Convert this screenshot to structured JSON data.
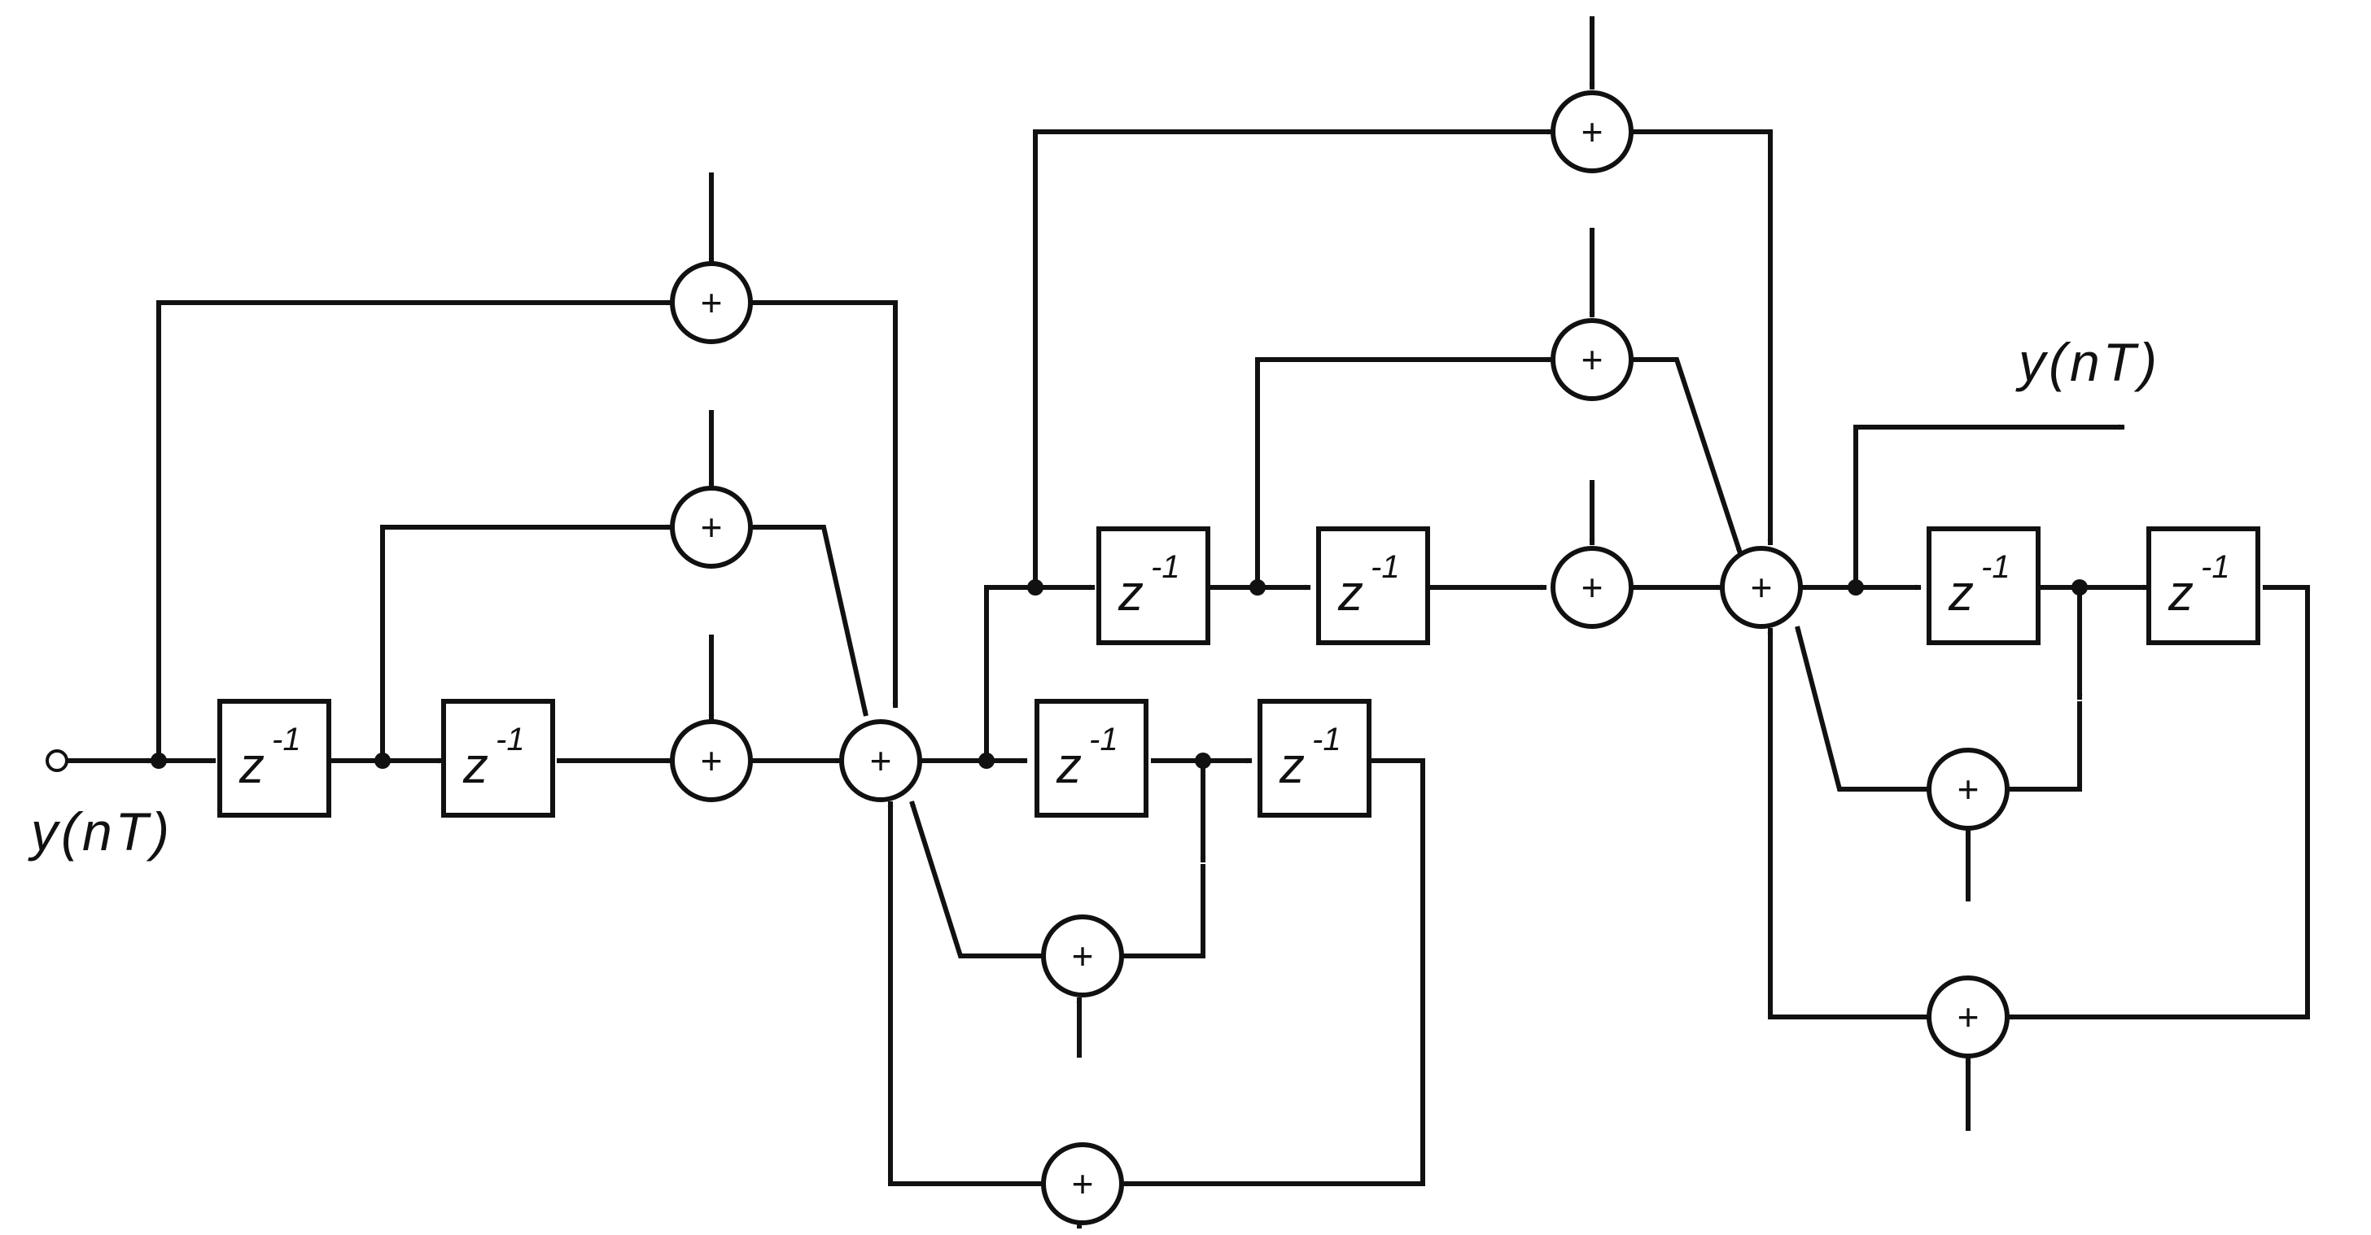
{
  "diagram": {
    "input_label": "y(nT)",
    "output_label": "y(nT)",
    "adder_symbol": "+",
    "delay_symbol": "z",
    "delay_exponent": "-1",
    "ink_color": "#111111",
    "paper_color": "#ffffff"
  }
}
